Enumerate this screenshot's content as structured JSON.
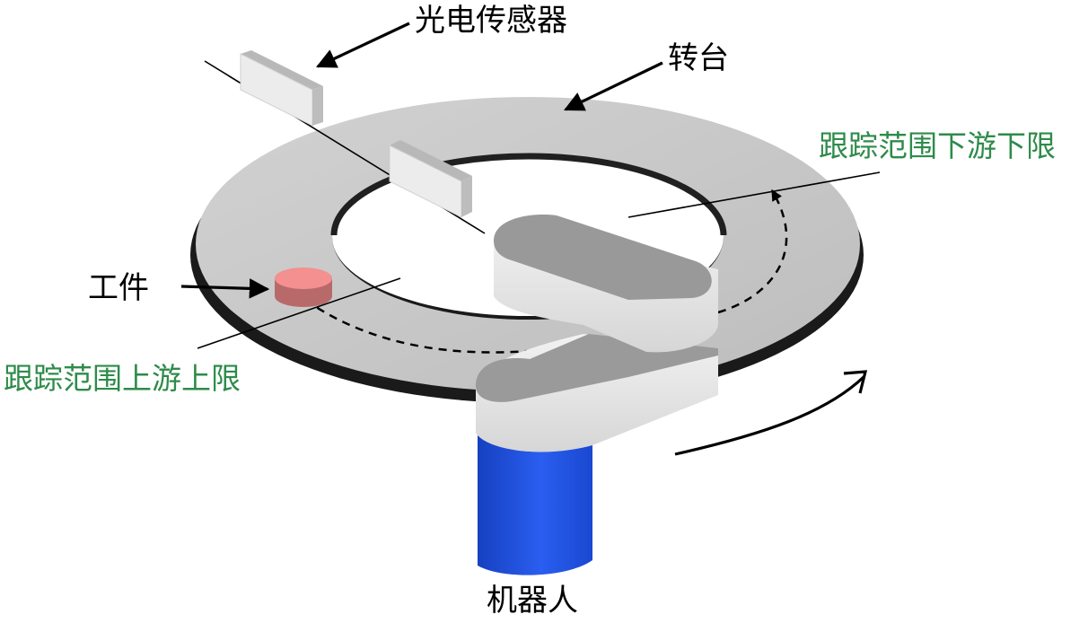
{
  "labels": {
    "sensor": "光电传感器",
    "turntable": "转台",
    "downstream_limit": "跟踪范围下游下限",
    "workpiece": "工件",
    "upstream_limit": "跟踪范围上游上限",
    "robot": "机器人"
  },
  "colors": {
    "turntable_top": "#c9c9c9",
    "turntable_edge": "#1a1a1a",
    "sensor_box": "#e9e9e9",
    "workpiece": "#f08080",
    "robot_arm": "#e3e3e3",
    "robot_arm_top": "#9a9a9a",
    "robot_base": "#1f4fd8",
    "label_green": "#2e8b4a"
  }
}
